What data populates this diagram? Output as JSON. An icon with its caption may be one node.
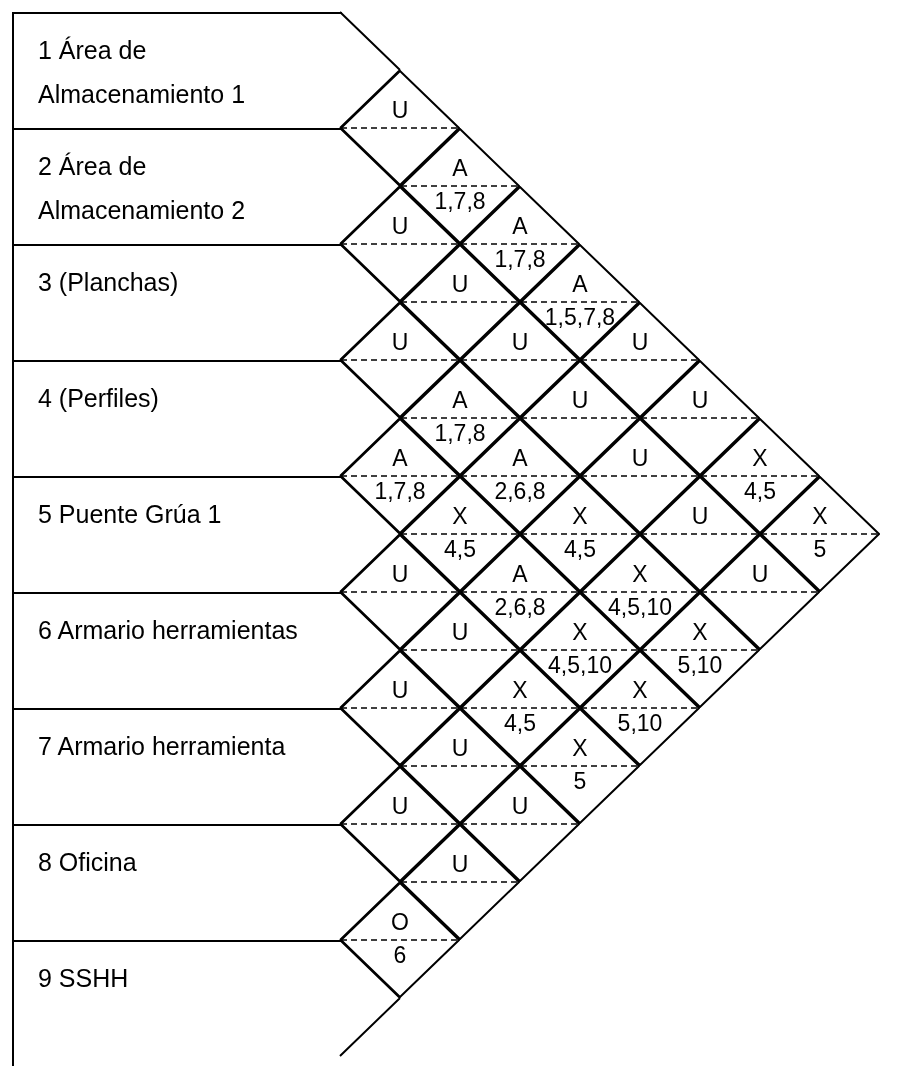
{
  "diagram": {
    "nodes": [
      {
        "text": [
          "1 Área de Almacenamiento 1"
        ]
      },
      {
        "text": [
          "2 Área de Almacenamiento 2"
        ]
      },
      {
        "text": [
          "3 (Planchas)"
        ]
      },
      {
        "text": [
          "4 (Perfiles)"
        ]
      },
      {
        "text": [
          "5 Puente Grúa 1"
        ]
      },
      {
        "text": [
          "6 Armario herramientas"
        ]
      },
      {
        "text": [
          "7 Armario herramienta"
        ]
      },
      {
        "text": [
          "8 Oficina"
        ]
      },
      {
        "text": [
          "9 SSHH"
        ]
      },
      {
        "text": [
          "U"
        ]
      },
      {
        "text": [
          "A",
          "1,7,8"
        ]
      },
      {
        "text": [
          "U"
        ]
      },
      {
        "text": [
          "A",
          "1,7,8"
        ]
      },
      {
        "text": [
          "U"
        ]
      },
      {
        "text": [
          "A",
          "1,5,7,8"
        ]
      },
      {
        "text": [
          "U"
        ]
      },
      {
        "text": [
          "U"
        ]
      },
      {
        "text": [
          "U"
        ]
      },
      {
        "text": [
          "A",
          "1,7,8"
        ]
      },
      {
        "text": [
          "U"
        ]
      },
      {
        "text": [
          "U"
        ]
      },
      {
        "text": [
          "A",
          "1,7,8"
        ]
      },
      {
        "text": [
          "A",
          "2,6,8"
        ]
      },
      {
        "text": [
          "U"
        ]
      },
      {
        "text": [
          "X",
          "4,5"
        ]
      },
      {
        "text": [
          "X",
          "4,5"
        ]
      },
      {
        "text": [
          "X",
          "4,5"
        ]
      },
      {
        "text": [
          "U"
        ]
      },
      {
        "text": [
          "X",
          "5"
        ]
      },
      {
        "text": [
          "U"
        ]
      },
      {
        "text": [
          "A",
          "2,6,8"
        ]
      },
      {
        "text": [
          "X",
          "4,5,10"
        ]
      },
      {
        "text": [
          "U"
        ]
      },
      {
        "text": [
          "U"
        ]
      },
      {
        "text": [
          "X",
          "4,5,10"
        ]
      },
      {
        "text": [
          "X",
          "5,10"
        ]
      },
      {
        "text": [
          "U"
        ]
      },
      {
        "text": [
          "X",
          "4,5"
        ]
      },
      {
        "text": [
          "X",
          "5,10"
        ]
      },
      {
        "text": [
          "U"
        ]
      },
      {
        "text": [
          "X",
          "5"
        ]
      },
      {
        "text": [
          "U"
        ]
      },
      {
        "text": [
          "U"
        ]
      },
      {
        "text": [
          "U"
        ]
      },
      {
        "text": [
          "O",
          "6"
        ]
      }
    ]
  }
}
